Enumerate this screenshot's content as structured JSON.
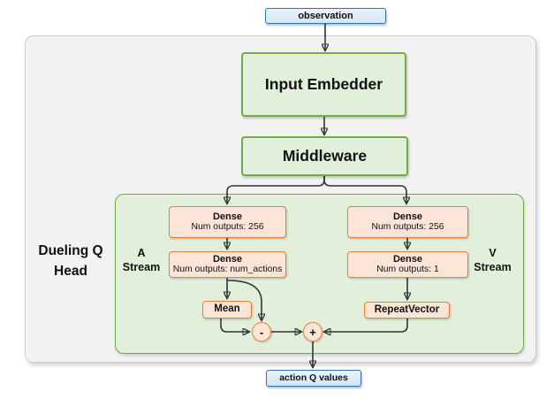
{
  "nodes": {
    "observation": {
      "label": "observation"
    },
    "input_embedder": {
      "label": "Input Embedder"
    },
    "middleware": {
      "label": "Middleware"
    },
    "a_dense_1": {
      "title": "Dense",
      "subtitle": "Num outputs: 256"
    },
    "a_dense_2": {
      "title": "Dense",
      "subtitle": "Num outputs: num_actions"
    },
    "v_dense_1": {
      "title": "Dense",
      "subtitle": "Num outputs: 256"
    },
    "v_dense_2": {
      "title": "Dense",
      "subtitle": "Num outputs: 1"
    },
    "mean": {
      "label": "Mean"
    },
    "repeat_vector": {
      "label": "RepeatVector"
    },
    "minus_op": {
      "label": "-"
    },
    "plus_op": {
      "label": "+"
    },
    "action_q_values": {
      "label": "action Q values"
    }
  },
  "labels": {
    "dueling_head_line1": "Dueling Q",
    "dueling_head_line2": "Head",
    "a_stream_line1": "A",
    "a_stream_line2": "Stream",
    "v_stream_line1": "V",
    "v_stream_line2": "Stream"
  },
  "colors": {
    "green_border": "#70ad47",
    "green_fill": "#e2efda",
    "orange_border": "#ed7d31",
    "orange_fill": "#fce4d6",
    "blue_border": "#2e75b6",
    "blue_fill": "#dbe9f6",
    "outer_container_fill": "#f2f2f2",
    "outer_container_border": "#c9ced4",
    "arrow": "#333333"
  }
}
